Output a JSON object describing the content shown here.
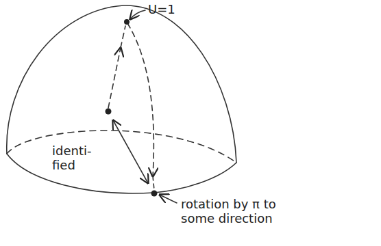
{
  "diagram": {
    "labels": [
      "U=1",
      "identi- fied",
      "rotation by π to some direction"
    ]
  }
}
